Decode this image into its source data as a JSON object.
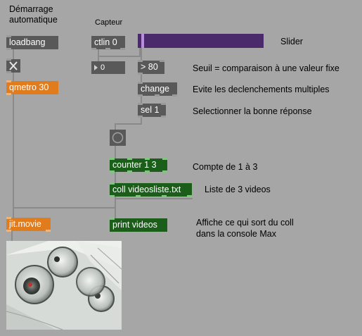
{
  "comments": {
    "demarrage": "Démarrage\nautomatique",
    "capteur": "Capteur",
    "slider": "Slider",
    "seuil": "Seuil = comparaison à une valeur fixe",
    "evite": "Evite les declenchements multiples",
    "selectionner": "Selectionner la bonne réponse",
    "compte": "Compte de 1 à 3",
    "liste": "Liste de 3 videos",
    "affiche": "Affiche ce qui sort du coll\ndans la console Max"
  },
  "objects": {
    "loadbang": "loadbang",
    "ctlin": "ctlin 0",
    "number": "0",
    "gt": "> 80",
    "change": "change",
    "sel": "sel 1",
    "qmetro": "qmetro 30",
    "counter": "counter 1 3",
    "coll": "coll videosliste.txt",
    "print": "print videos",
    "jitmovie": "jit.movie"
  },
  "controls": {
    "toggle_icon": "x-icon",
    "button_icon": "circle-icon",
    "slider_value": 0.03
  },
  "colors": {
    "background": "#a6a6a6",
    "object_gray": "#595959",
    "object_orange": "#e07b1e",
    "object_green": "#1a5e1a",
    "slider_fill": "#4b2a6b"
  }
}
